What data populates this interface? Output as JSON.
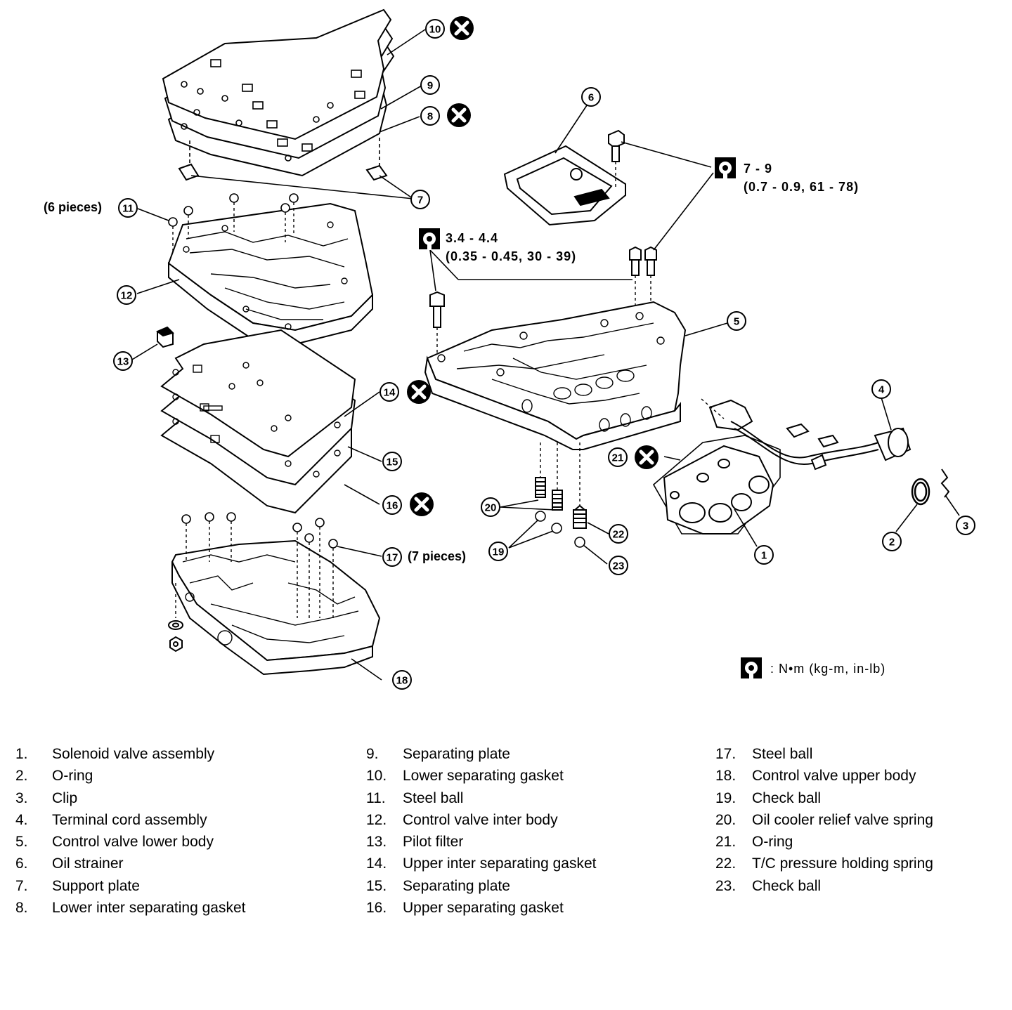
{
  "diagram": {
    "callouts": [
      "1",
      "2",
      "3",
      "4",
      "5",
      "6",
      "7",
      "8",
      "9",
      "10",
      "11",
      "12",
      "13",
      "14",
      "15",
      "16",
      "17",
      "18",
      "19",
      "20",
      "21",
      "22",
      "23"
    ],
    "notes": {
      "six_pieces": "(6 pieces)",
      "seven_pieces": "(7 pieces)"
    },
    "torque": {
      "spec_a": {
        "value": "7 - 9",
        "detail": "(0.7 - 0.9, 61 - 78)"
      },
      "spec_b": {
        "value": "3.4 - 4.4",
        "detail": "(0.35 - 0.45, 30 - 39)"
      }
    },
    "units_legend": ": N•m (kg-m, in-lb)"
  },
  "legend": {
    "columns": [
      [
        {
          "num": "1.",
          "label": "Solenoid valve assembly"
        },
        {
          "num": "2.",
          "label": "O-ring"
        },
        {
          "num": "3.",
          "label": "Clip"
        },
        {
          "num": "4.",
          "label": "Terminal cord assembly"
        },
        {
          "num": "5.",
          "label": "Control valve lower body"
        },
        {
          "num": "6.",
          "label": "Oil strainer"
        },
        {
          "num": "7.",
          "label": "Support plate"
        },
        {
          "num": "8.",
          "label": "Lower inter separating gasket"
        }
      ],
      [
        {
          "num": "9.",
          "label": "Separating plate"
        },
        {
          "num": "10.",
          "label": "Lower separating gasket"
        },
        {
          "num": "11.",
          "label": "Steel ball"
        },
        {
          "num": "12.",
          "label": "Control valve inter body"
        },
        {
          "num": "13.",
          "label": "Pilot filter"
        },
        {
          "num": "14.",
          "label": "Upper inter separating gasket"
        },
        {
          "num": "15.",
          "label": "Separating plate"
        },
        {
          "num": "16.",
          "label": "Upper separating gasket"
        }
      ],
      [
        {
          "num": "17.",
          "label": "Steel ball"
        },
        {
          "num": "18.",
          "label": "Control valve upper body"
        },
        {
          "num": "19.",
          "label": "Check ball"
        },
        {
          "num": "20.",
          "label": "Oil cooler relief valve spring"
        },
        {
          "num": "21.",
          "label": "O-ring"
        },
        {
          "num": "22.",
          "label": "T/C pressure holding spring"
        },
        {
          "num": "23.",
          "label": "Check ball"
        }
      ]
    ]
  }
}
